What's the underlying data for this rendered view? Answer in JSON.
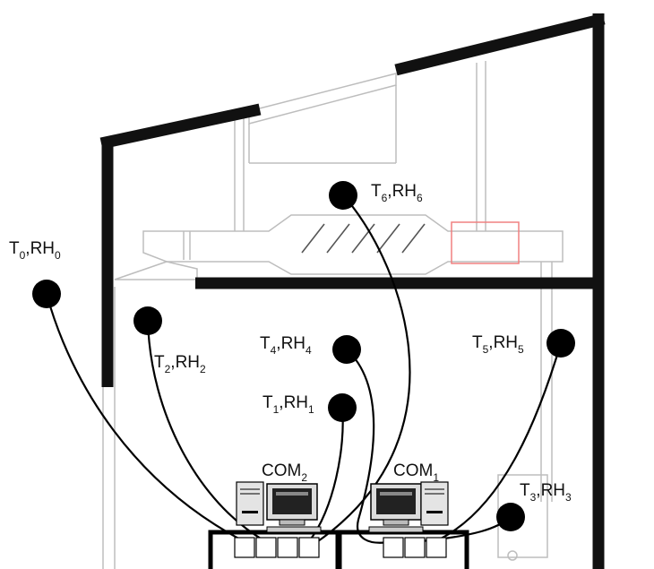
{
  "colors": {
    "wall": "#111111",
    "duct": "#bdbdbd",
    "cable": "#000000",
    "sensor": "#000000",
    "highlight": "#f08080"
  },
  "sensors": [
    {
      "id": "s0",
      "base1": "T",
      "idx1": "0",
      "sep": ",",
      "base2": "RH",
      "idx2": "0"
    },
    {
      "id": "s1",
      "base1": "T",
      "idx1": "1",
      "sep": ",",
      "base2": "RH",
      "idx2": "1"
    },
    {
      "id": "s2",
      "base1": "T",
      "idx1": "2",
      "sep": ",",
      "base2": "RH",
      "idx2": "2"
    },
    {
      "id": "s3",
      "base1": "T",
      "idx1": "3",
      "sep": ",",
      "base2": "RH",
      "idx2": "3"
    },
    {
      "id": "s4",
      "base1": "T",
      "idx1": "4",
      "sep": ",",
      "base2": "RH",
      "idx2": "4"
    },
    {
      "id": "s5",
      "base1": "T",
      "idx1": "5",
      "sep": ",",
      "base2": "RH",
      "idx2": "5"
    },
    {
      "id": "s6",
      "base1": "T",
      "idx1": "6",
      "sep": ",",
      "base2": "RH",
      "idx2": "6"
    }
  ],
  "computers": [
    {
      "id": "com2",
      "base": "COM",
      "idx": "2"
    },
    {
      "id": "com1",
      "base": "COM",
      "idx": "1"
    }
  ],
  "icons": {
    "sensor": "sensor-dot-icon",
    "computer": "desktop-computer-icon",
    "datalogger": "data-logger-icon"
  }
}
